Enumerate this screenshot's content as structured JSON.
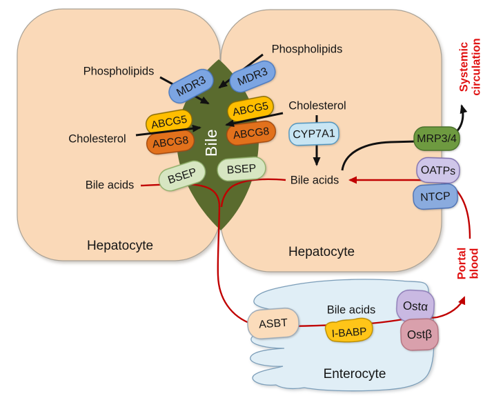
{
  "cells": {
    "hepatocyte_left": "Hepatocyte",
    "hepatocyte_right": "Hepatocyte",
    "enterocyte": "Enterocyte",
    "bile": "Bile"
  },
  "molecules": {
    "phospholipids_left": "Phospholipids",
    "phospholipids_right": "Phospholipids",
    "cholesterol_left": "Cholesterol",
    "cholesterol_right": "Cholesterol",
    "bile_acids_left": "Bile acids",
    "bile_acids_hepatocyte": "Bile acids",
    "bile_acids_enterocyte": "Bile acids"
  },
  "transporters": {
    "mdr3_left": "MDR3",
    "mdr3_right": "MDR3",
    "abcg5_left": "ABCG5",
    "abcg5_right": "ABCG5",
    "abcg8_left": "ABCG8",
    "abcg8_right": "ABCG8",
    "bsep_left": "BSEP",
    "bsep_right": "BSEP",
    "cyp7a1": "CYP7A1",
    "mrp34": "MRP3/4",
    "oatps": "OATPs",
    "ntcp": "NTCP",
    "asbt": "ASBT",
    "i_babp": "I-BABP",
    "ost_alpha": "Ostα",
    "ost_beta": "Ostβ"
  },
  "annotations": {
    "systemic_line1": "Systemic",
    "systemic_line2": "circulation",
    "portal_line1": "Portal",
    "portal_line2": "blood"
  },
  "colors": {
    "hepatocyte": "#FAD9B8",
    "enterocyte": "#E0EEF6",
    "bile": "#5A6B2E",
    "mdr3": "#7CA5E2",
    "abcg5": "#FFBE00",
    "abcg8": "#E2711C",
    "bsep": "#D7E6C2",
    "cyp7a1": "#C8E5F3",
    "mrp34": "#6E9A40",
    "oatps": "#CFC6E9",
    "ntcp": "#8AABDE",
    "asbt": "#FBDCBB",
    "i_babp": "#FFC518",
    "ost_alpha": "#C9B9E2",
    "ost_beta": "#D9A0AC",
    "arrow_black": "#111111",
    "flow_red": "#C00000",
    "annotation_red": "#E01212"
  }
}
